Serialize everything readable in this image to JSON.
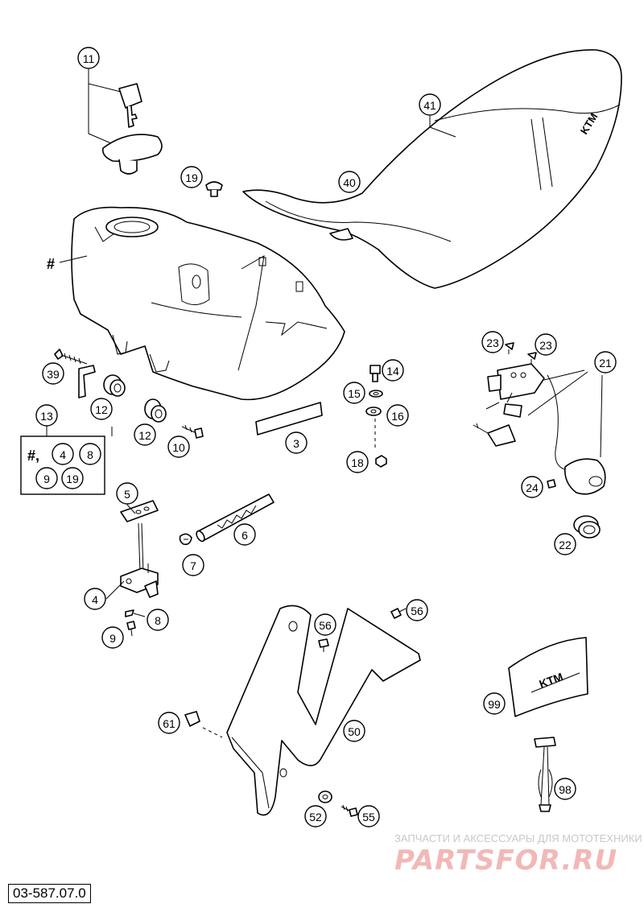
{
  "diagram": {
    "code": "03-587.07.0",
    "tank_marker": "#",
    "group_box": {
      "number": "13",
      "row1_prefix": "#,",
      "row1": [
        "4",
        "8"
      ],
      "row2": [
        "9",
        "19"
      ]
    },
    "callouts": [
      "11",
      "41",
      "19",
      "40",
      "39",
      "12",
      "12",
      "10",
      "3",
      "14",
      "15",
      "16",
      "18",
      "23",
      "23",
      "21",
      "24",
      "22",
      "5",
      "6",
      "7",
      "4",
      "8",
      "9",
      "56",
      "56",
      "61",
      "50",
      "52",
      "55",
      "99",
      "98"
    ]
  },
  "watermark": {
    "line1": "ЗАПЧАСТИ И АКСЕССУАРЫ ДЛЯ МОТОТЕХНИКИ",
    "line2": "PARTSFOR.RU"
  },
  "colors": {
    "line": "#000000",
    "background": "#ffffff",
    "watermark": "#f2b8b8"
  }
}
